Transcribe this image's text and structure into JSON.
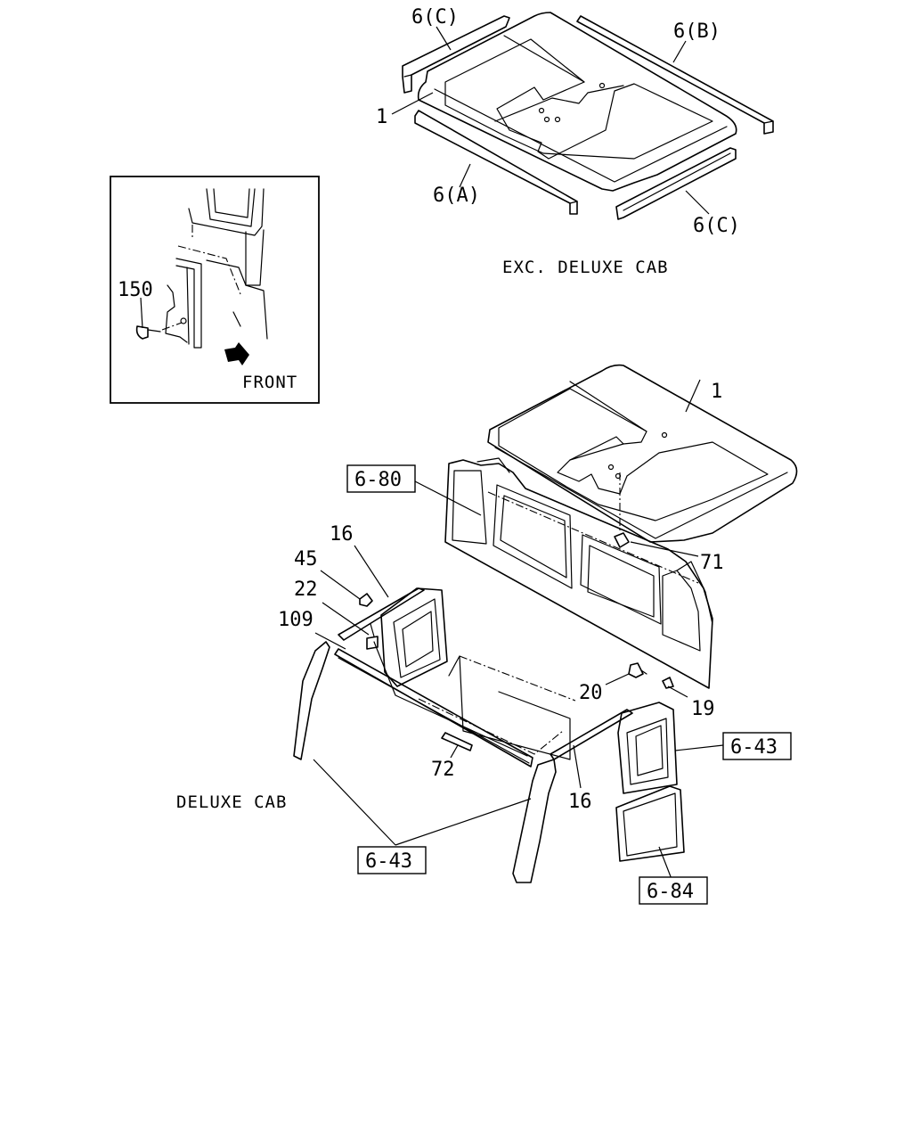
{
  "top_section": {
    "caption": "EXC. DELUXE CAB",
    "callouts": {
      "part_1": "1",
      "strip_c_left": "6(C)",
      "strip_b": "6(B)",
      "strip_a": "6(A)",
      "strip_c_right": "6(C)"
    }
  },
  "inset": {
    "callout_150": "150",
    "front_label": "FRONT"
  },
  "bottom_section": {
    "caption": "DELUXE CAB",
    "callouts": {
      "part_1": "1",
      "ref_6_80": "6-80",
      "part_71": "71",
      "part_16_top": "16",
      "part_45": "45",
      "part_22": "22",
      "part_109": "109",
      "part_20": "20",
      "part_19": "19",
      "ref_6_43_right": "6-43",
      "part_72": "72",
      "part_16_bottom": "16",
      "ref_6_43_bottom": "6-43",
      "ref_6_84": "6-84"
    }
  }
}
